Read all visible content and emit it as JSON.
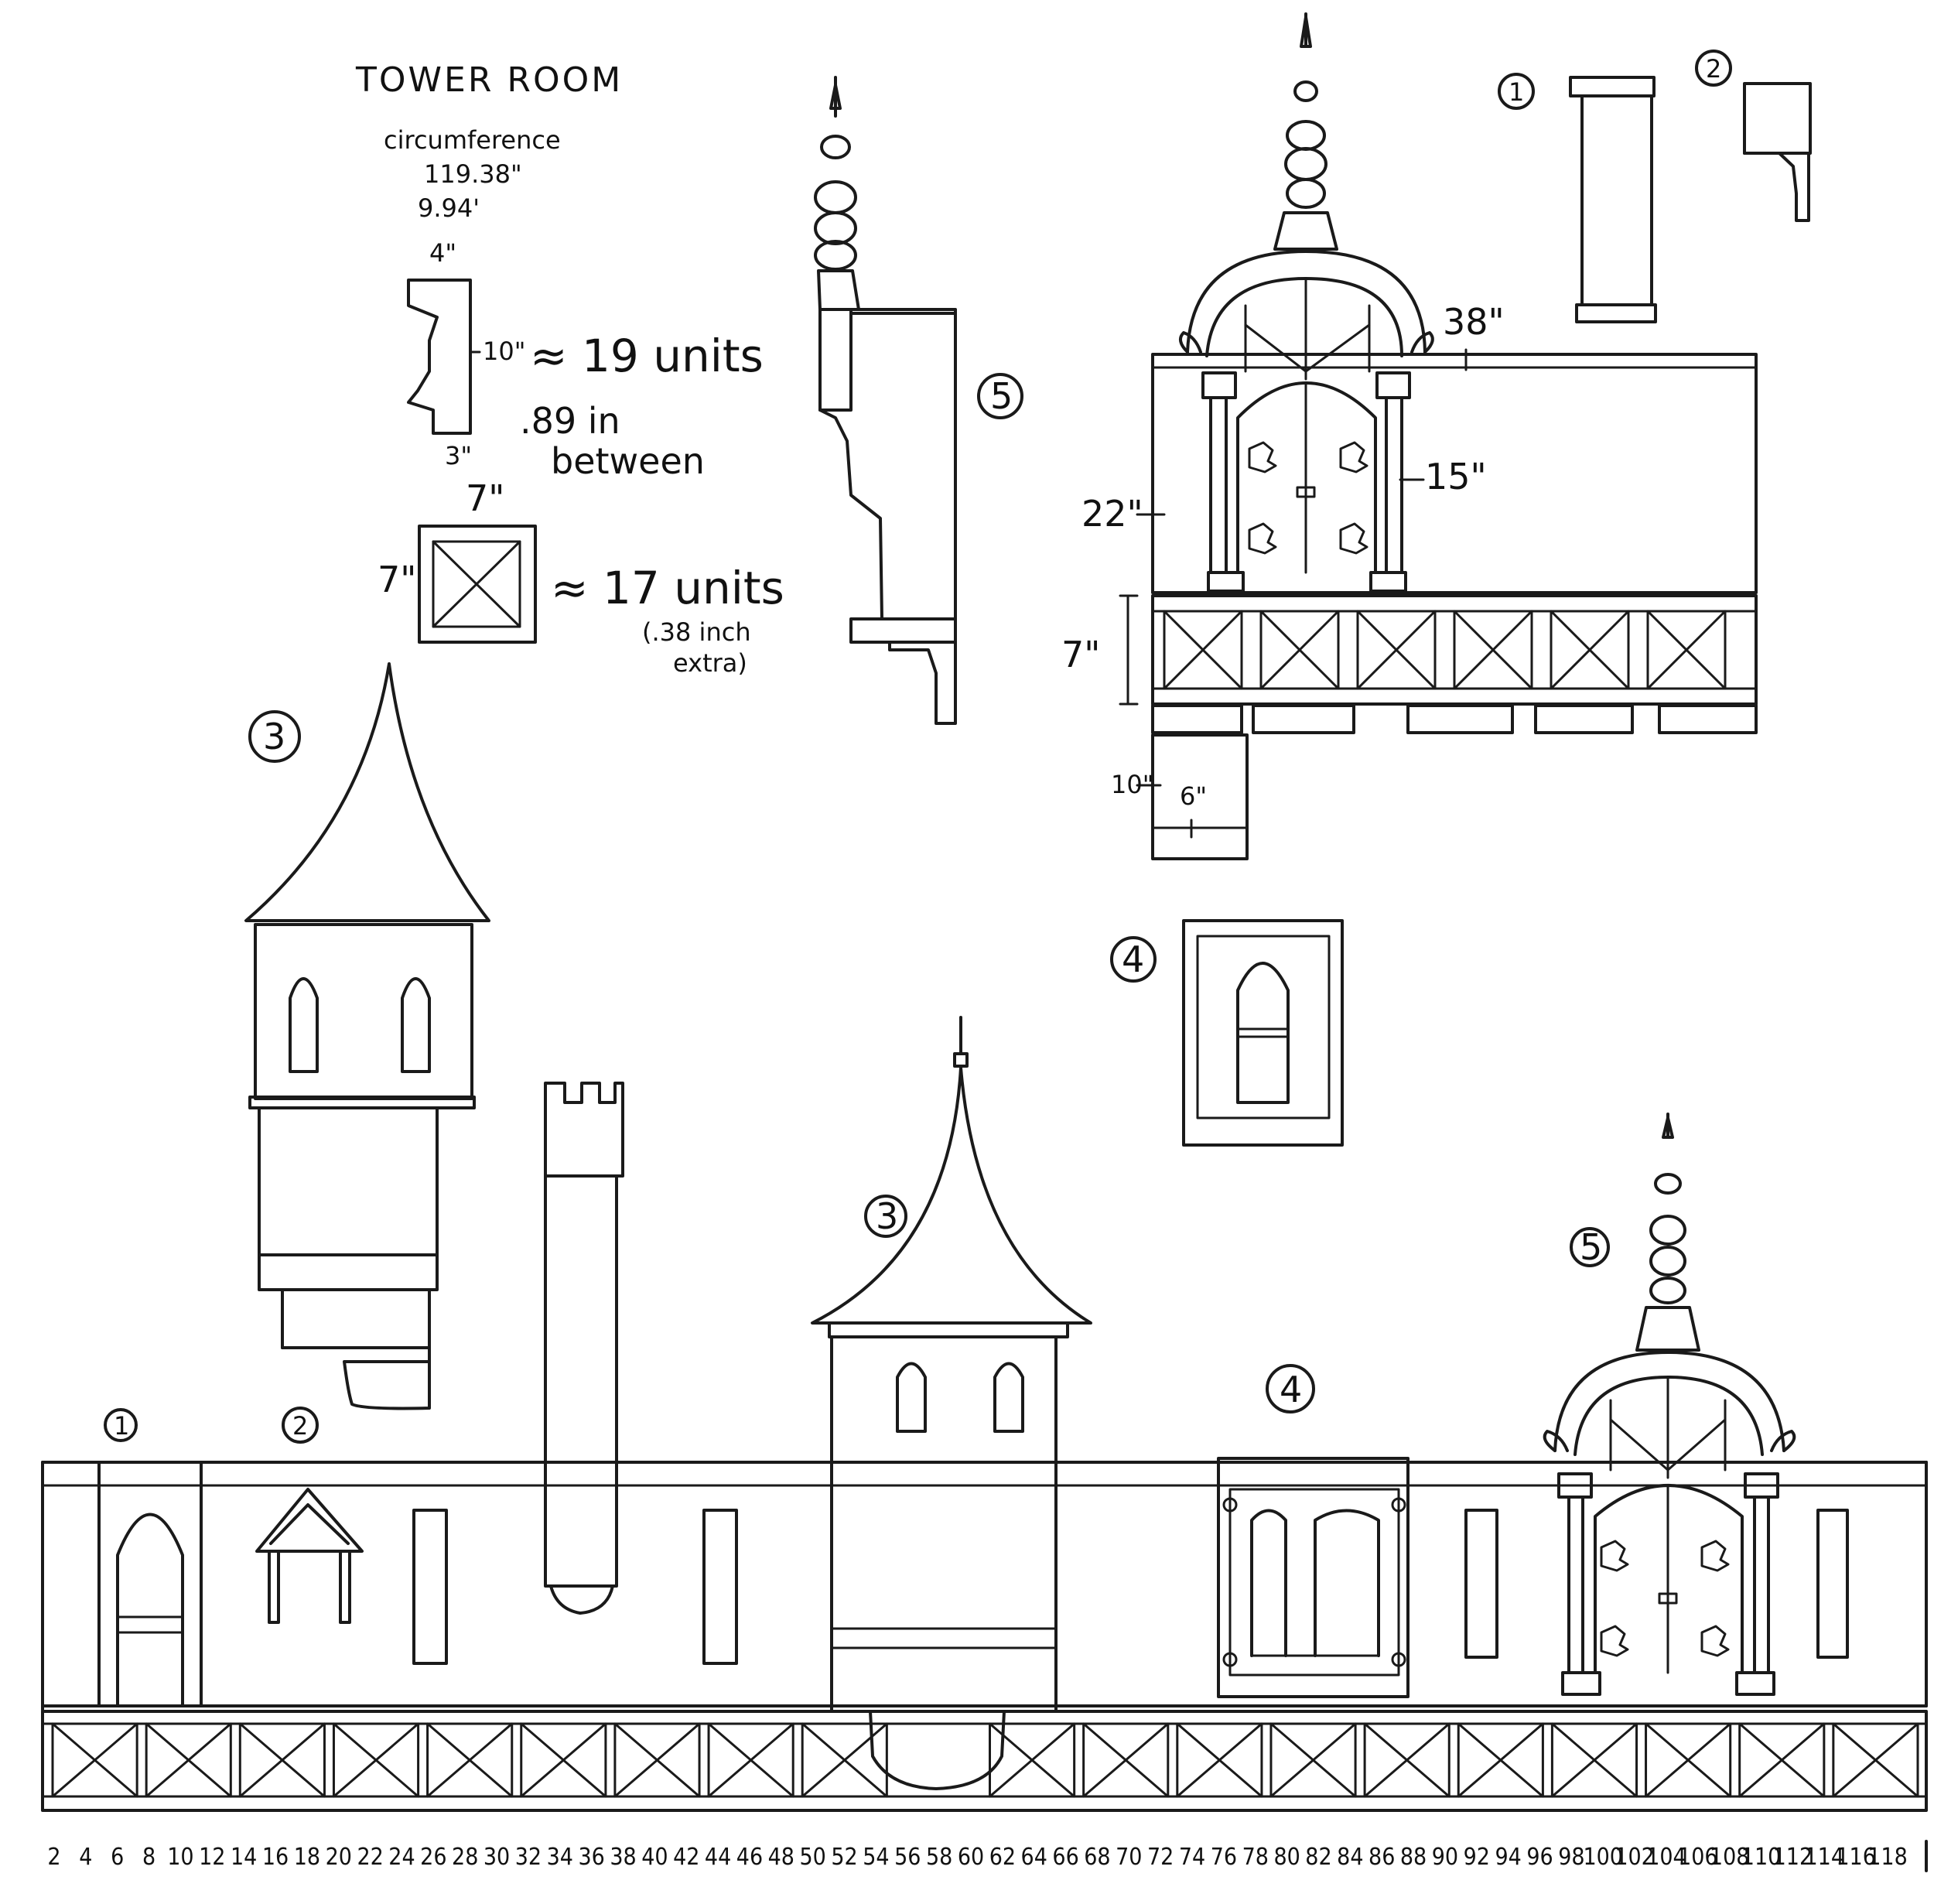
{
  "title": "TOWER ROOM",
  "notes": {
    "circumference_label": "circumference",
    "circ_inches": "119.38\"",
    "circ_feet": "9.94'",
    "bracket_top_dim": "4\"",
    "bracket_height_dim": "10\"",
    "bracket_bottom_dim": "3\"",
    "bracket_units": "≈ 19 units",
    "bracket_between": ".89 in",
    "bracket_between_2": "between",
    "panel_width": "7\"",
    "panel_height": "7\"",
    "panel_units": "≈ 17 units",
    "panel_extra_1": "(.38 inch",
    "panel_extra_2": "extra)"
  },
  "callouts": {
    "c1_top": "1",
    "c2_top": "2",
    "c5_side": "5",
    "c3_left": "3",
    "c4_mid": "4",
    "c1_wall": "1",
    "c2_wall": "2",
    "c3_wall": "3",
    "c4_wall": "4",
    "c5_wall": "5"
  },
  "dims": {
    "d38": "38\"",
    "d15": "15\"",
    "d22": "22\"",
    "d7": "7\"",
    "d10": "10\"",
    "d6": "6\""
  },
  "ruler": [
    "2",
    "4",
    "6",
    "8",
    "10",
    "12",
    "14",
    "16",
    "18",
    "20",
    "22",
    "24",
    "26",
    "28",
    "30",
    "32",
    "34",
    "36",
    "38",
    "40",
    "42",
    "44",
    "46",
    "48",
    "50",
    "52",
    "54",
    "56",
    "58",
    "60",
    "62",
    "64",
    "66",
    "68",
    "70",
    "72",
    "74",
    "76",
    "78",
    "80",
    "82",
    "84",
    "86",
    "88",
    "90",
    "92",
    "94",
    "96",
    "98",
    "100",
    "102",
    "104",
    "106",
    "108",
    "110",
    "112",
    "114",
    "116",
    "118"
  ]
}
